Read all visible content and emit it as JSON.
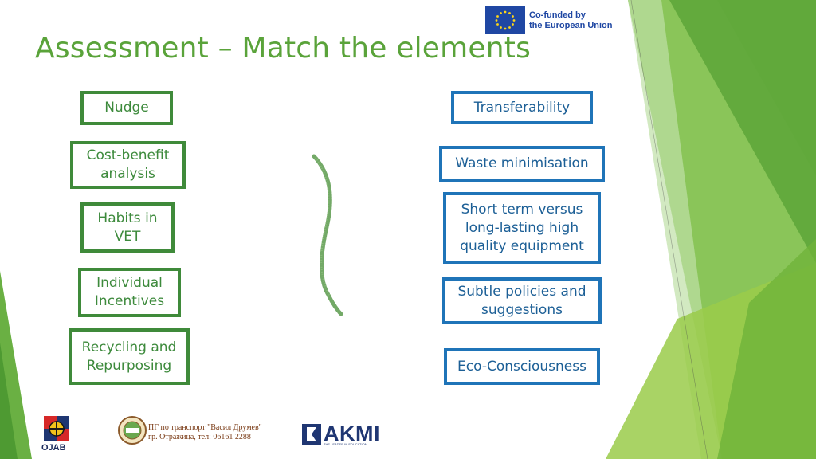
{
  "title": "Assessment – Match the elements",
  "eu_badge": {
    "line1": "Co-funded by",
    "line2": "the European Union"
  },
  "left_items": [
    {
      "line1": "Nudge",
      "line2": ""
    },
    {
      "line1": "Cost-benefit",
      "line2": "analysis"
    },
    {
      "line1": "Habits in",
      "line2": "VET"
    },
    {
      "line1": "Individual",
      "line2": "Incentives"
    },
    {
      "line1": "Recycling and",
      "line2": "Repurposing"
    }
  ],
  "right_items": [
    {
      "line1": "Transferability",
      "line2": "",
      "line3": ""
    },
    {
      "line1": "Waste minimisation",
      "line2": "",
      "line3": ""
    },
    {
      "line1": "Short term versus",
      "line2": "long-lasting high",
      "line3": "quality equipment"
    },
    {
      "line1": "Subtle policies and",
      "line2": "suggestions",
      "line3": ""
    },
    {
      "line1": "Eco-Consciousness",
      "line2": "",
      "line3": ""
    }
  ],
  "footer": {
    "ojab": "ОJAB",
    "pg_line1": "ПГ по транспорт \"Васил Друмев\"",
    "pg_line2": "гр. Отражица, тел: 06161 2288",
    "akmi": "AKMI",
    "akmi_tagline": "THE LEADER IN EDUCATION"
  },
  "colors": {
    "accent_green": "#5aa33a",
    "left_border": "#3f8a3a",
    "right_border": "#1f74b8",
    "eu_blue": "#1f47a3"
  },
  "icons": [
    "eu-flag-icon",
    "ojab-logo-icon",
    "school-crest-icon",
    "akmi-logo-icon",
    "squiggle-connector-icon"
  ]
}
